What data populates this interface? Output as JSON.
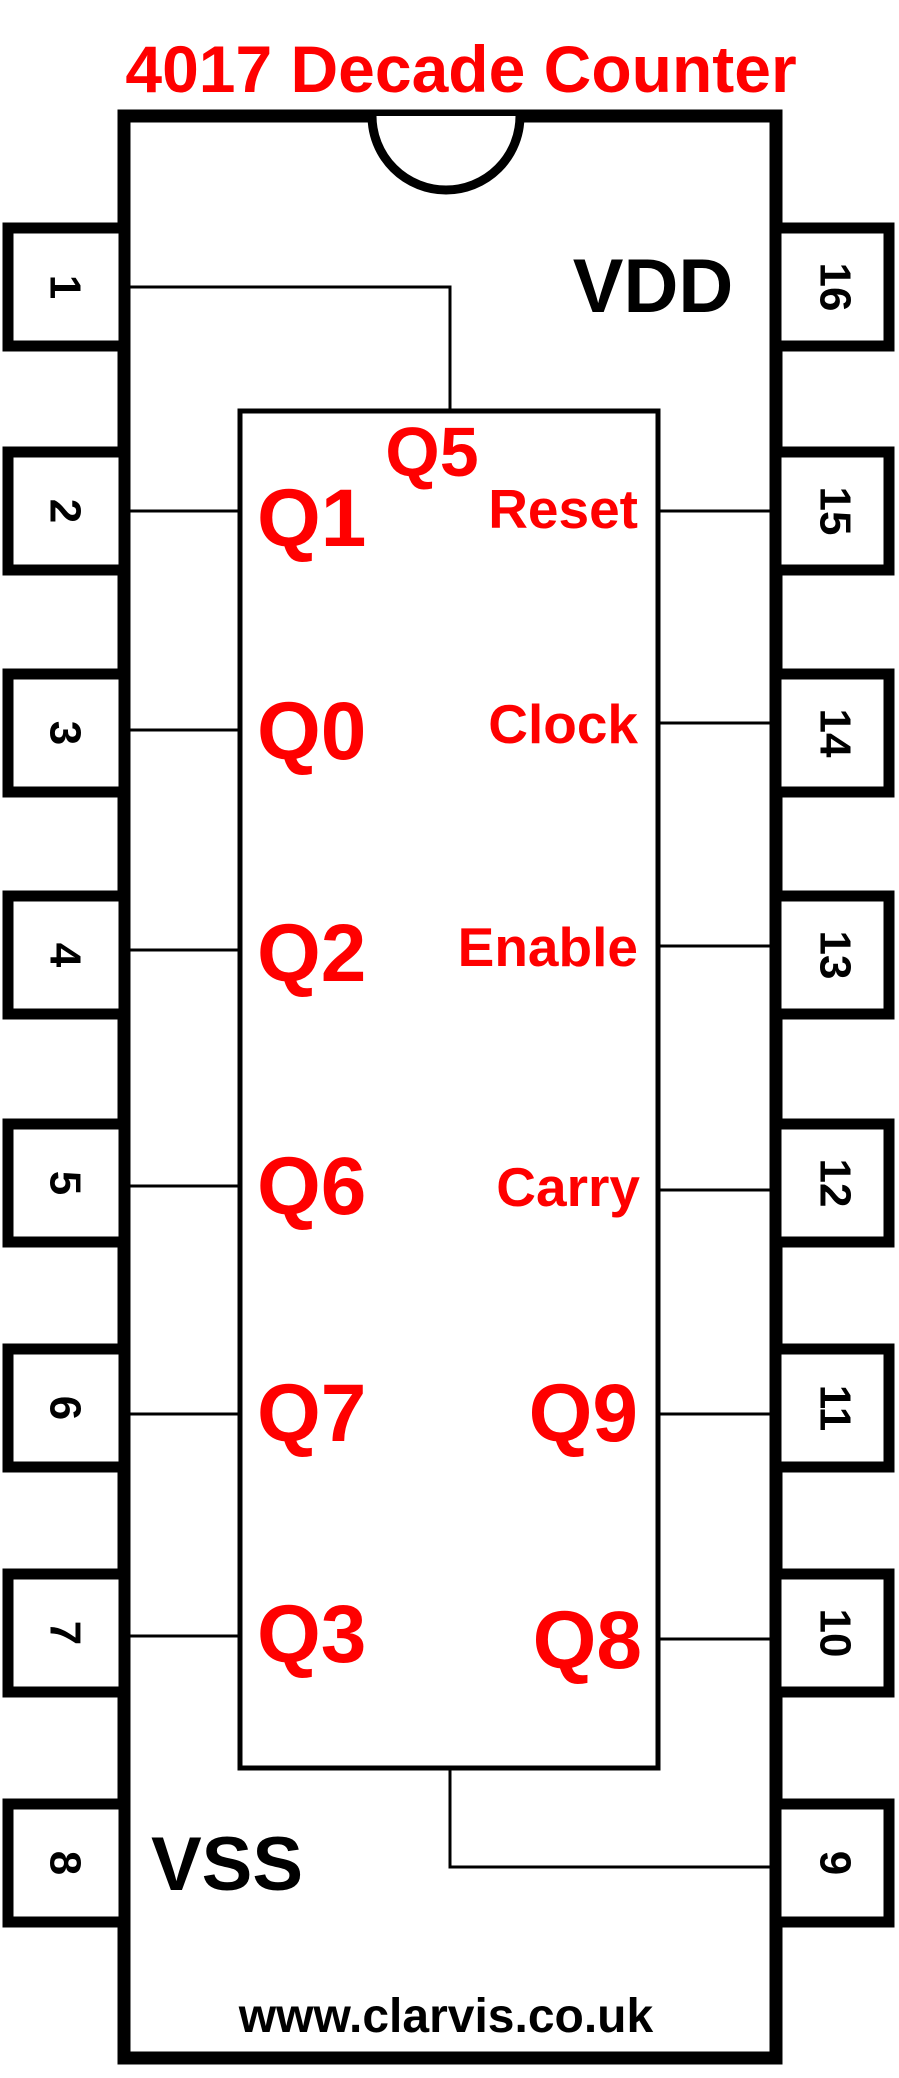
{
  "title": "4017 Decade Counter",
  "colors": {
    "label": "#ff0000",
    "outline": "#000000",
    "background": "#ffffff"
  },
  "power": {
    "vdd": "VDD",
    "vss": "VSS"
  },
  "top_internal_label": "Q5",
  "left_pins": [
    {
      "number": "1",
      "label": ""
    },
    {
      "number": "2",
      "label": "Q1"
    },
    {
      "number": "3",
      "label": "Q0"
    },
    {
      "number": "4",
      "label": "Q2"
    },
    {
      "number": "5",
      "label": "Q6"
    },
    {
      "number": "6",
      "label": "Q7"
    },
    {
      "number": "7",
      "label": "Q3"
    },
    {
      "number": "8",
      "label": ""
    }
  ],
  "right_pins": [
    {
      "number": "16",
      "label": ""
    },
    {
      "number": "15",
      "label": "Reset"
    },
    {
      "number": "14",
      "label": "Clock"
    },
    {
      "number": "13",
      "label": "Enable"
    },
    {
      "number": "12",
      "label": "Carry"
    },
    {
      "number": "11",
      "label": "Q9"
    },
    {
      "number": "10",
      "label": "Q8"
    },
    {
      "number": "9",
      "label": ""
    }
  ],
  "footer": "www.clarvis.co.uk"
}
